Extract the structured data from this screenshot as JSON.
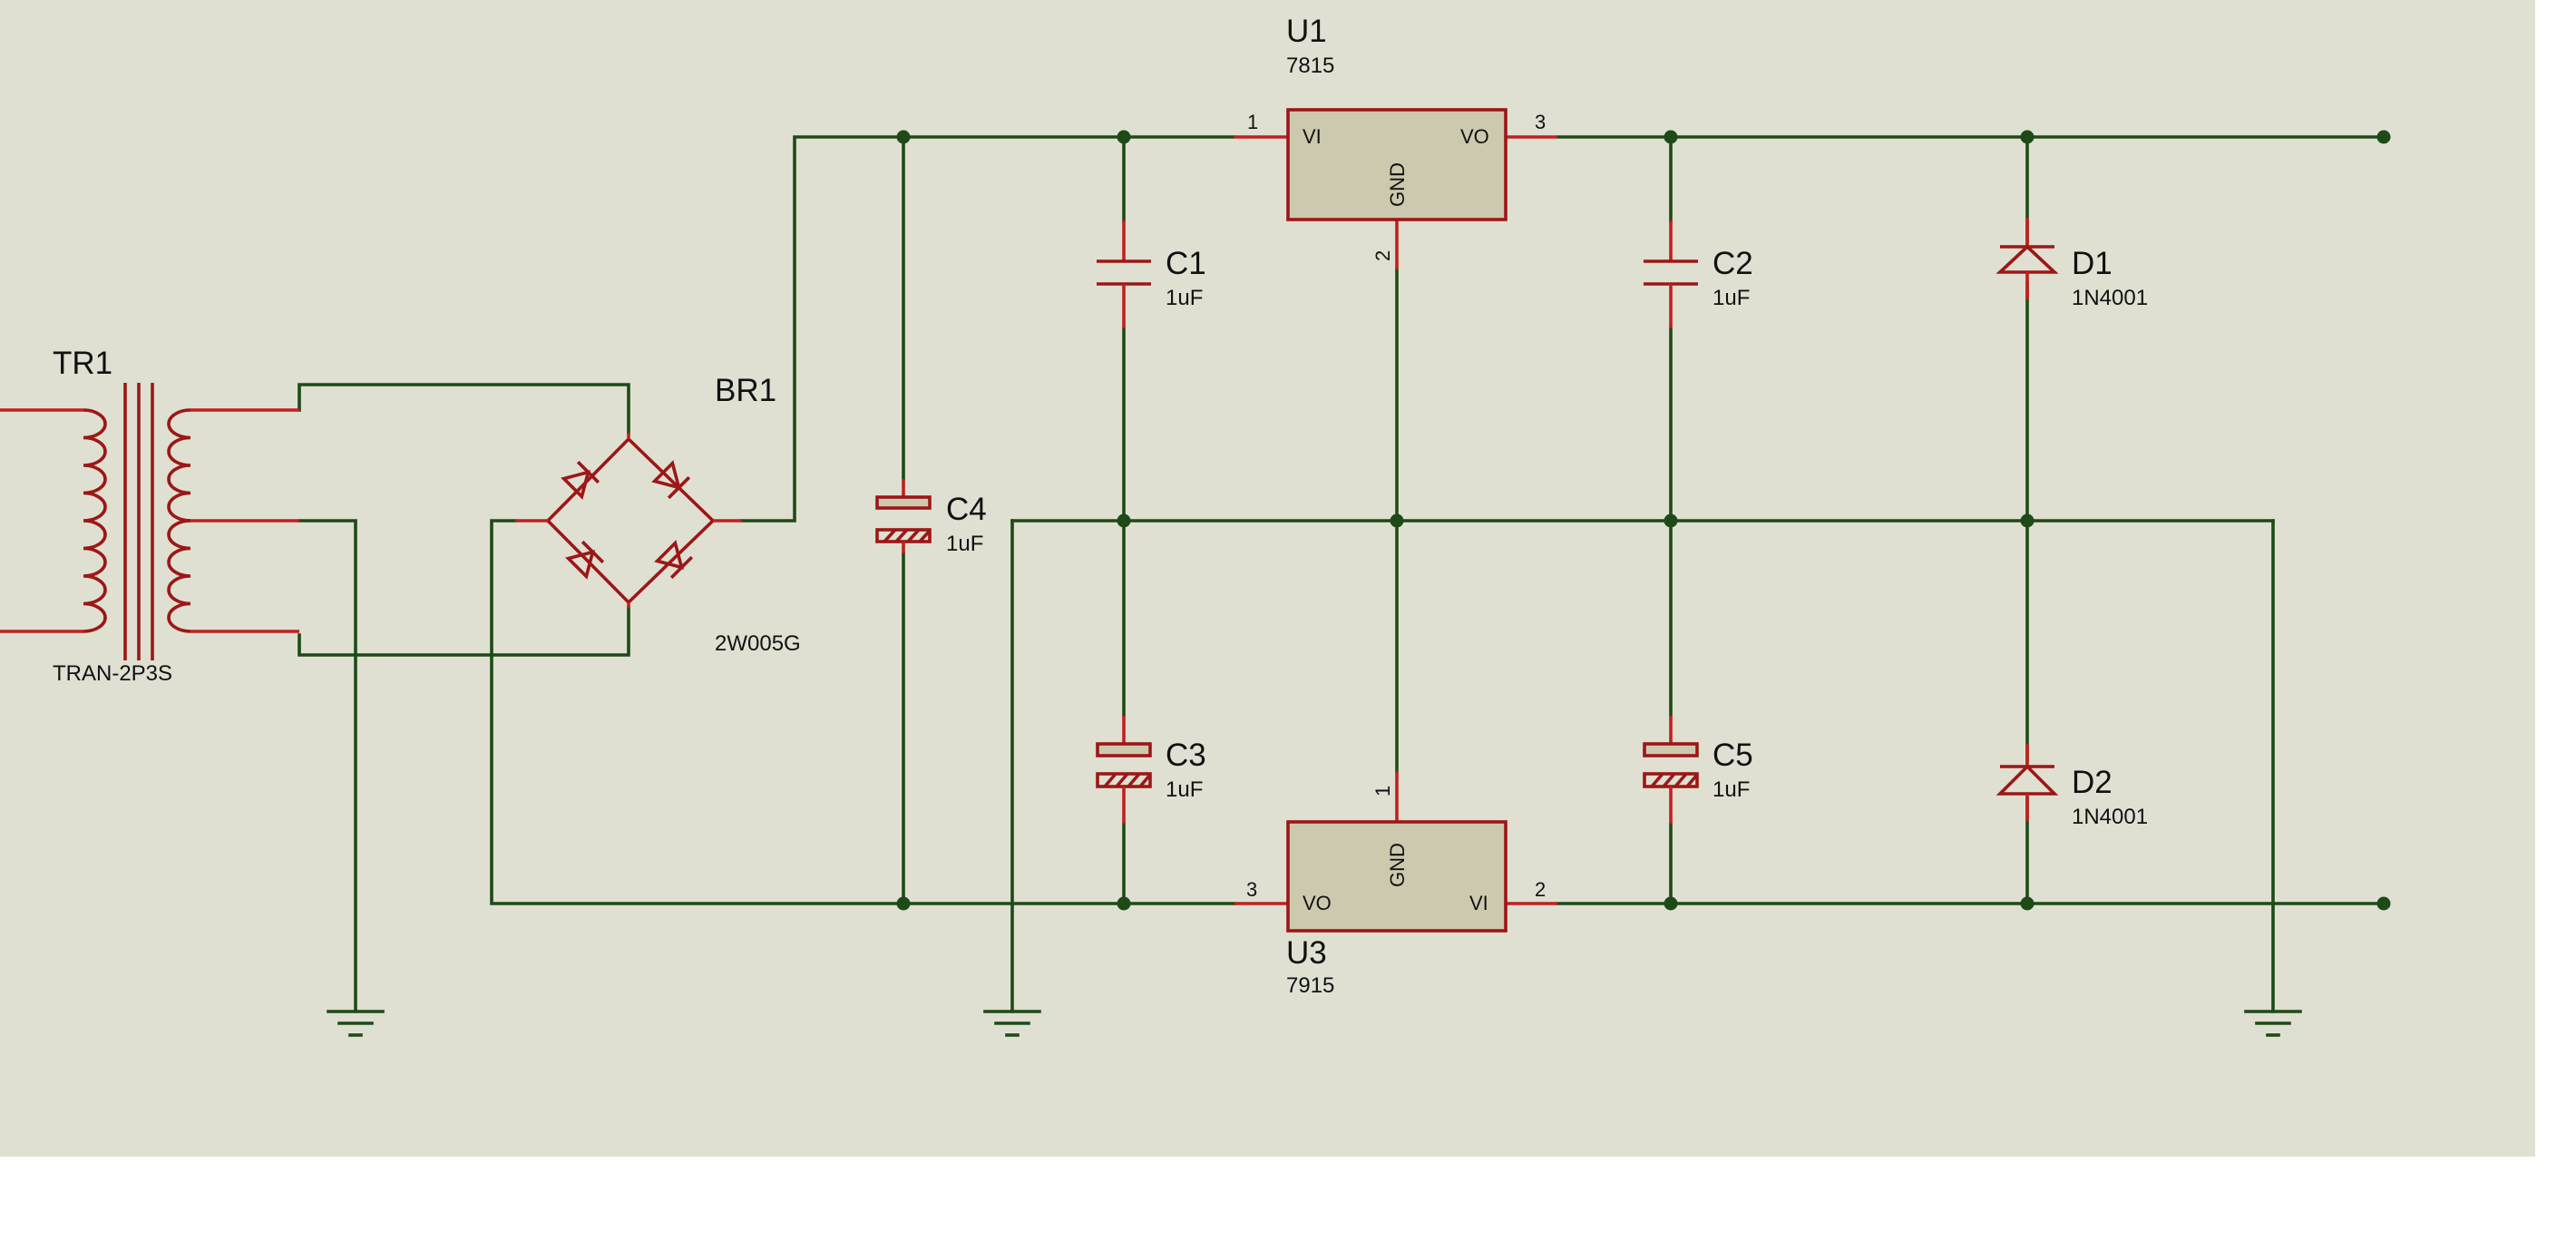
{
  "canvas": {
    "background": "#dfe0d1",
    "outside": "#ffffff"
  },
  "colors": {
    "wire": "#1e4a17",
    "component": "#9c1717",
    "pin": "#c02020",
    "ic_fill": "#cdc9ae",
    "capacitor_fill": "#cdc9ae"
  },
  "components": {
    "tr1": {
      "ref": "TR1",
      "value": "TRAN-2P3S"
    },
    "br1": {
      "ref": "BR1",
      "value": "2W005G"
    },
    "u1": {
      "ref": "U1",
      "value": "7815",
      "pins": {
        "vi": "VI",
        "vo": "VO",
        "gnd": "GND",
        "n_in": "1",
        "n_out": "3",
        "n_gnd": "2"
      }
    },
    "u3": {
      "ref": "U3",
      "value": "7915",
      "pins": {
        "vi": "VI",
        "vo": "VO",
        "gnd": "GND",
        "n_in": "2",
        "n_out": "3",
        "n_gnd": "1"
      }
    },
    "c1": {
      "ref": "C1",
      "value": "1uF"
    },
    "c2": {
      "ref": "C2",
      "value": "1uF"
    },
    "c3": {
      "ref": "C3",
      "value": "1uF"
    },
    "c4": {
      "ref": "C4",
      "value": "1uF"
    },
    "c5": {
      "ref": "C5",
      "value": "1uF"
    },
    "d1": {
      "ref": "D1",
      "value": "1N4001"
    },
    "d2": {
      "ref": "D2",
      "value": "1N4001"
    }
  }
}
